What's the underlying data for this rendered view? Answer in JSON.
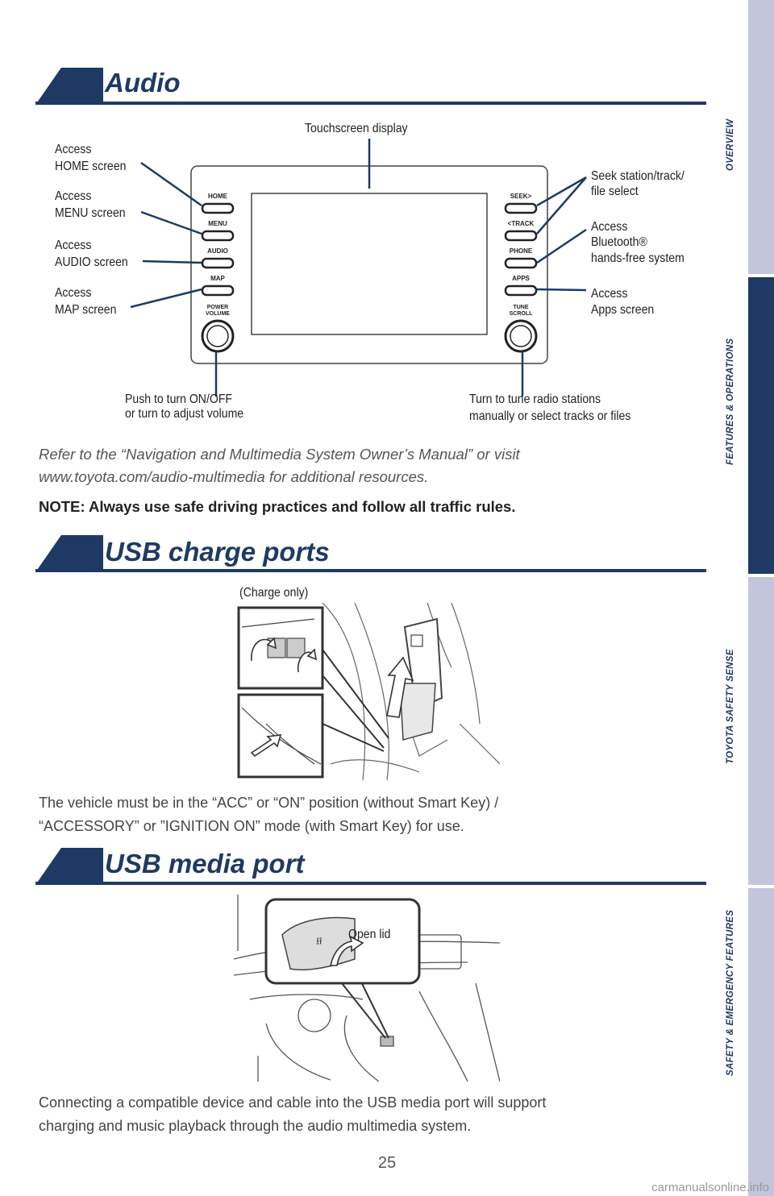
{
  "audio": {
    "title": "Audio",
    "labels": {
      "touchscreen": "Touchscreen display",
      "home_line1": "Access",
      "home_line2": "HOME screen",
      "menu_line1": "Access",
      "menu_line2": "MENU screen",
      "audio_line1": "Access",
      "audio_line2": "AUDIO screen",
      "map_line1": "Access",
      "map_line2": "MAP screen",
      "seek_line1": "Seek station/track/",
      "seek_line2": "file select",
      "bt_line1": "Access",
      "bt_line2": "Bluetooth®",
      "bt_line3": "hands-free system",
      "apps_line1": "Access",
      "apps_line2": "Apps screen",
      "power_line1": "Push to turn ON/OFF",
      "power_line2": "or turn to adjust volume",
      "tune_line1": "Turn to tune radio stations",
      "tune_line2": "manually or select tracks or files"
    },
    "buttons": {
      "home": "HOME",
      "menu": "MENU",
      "audio": "AUDIO",
      "map": "MAP",
      "power1": "POWER",
      "power2": "VOLUME",
      "seek": "SEEK>",
      "track": "<TRACK",
      "phone": "PHONE",
      "apps": "APPS",
      "tune1": "TUNE",
      "tune2": "SCROLL"
    },
    "refer_line1": "Refer to the “Navigation and Multimedia System Owner’s Manual” or visit",
    "refer_line2": "www.toyota.com/audio-multimedia for additional resources.",
    "note": "NOTE: Always use safe driving practices and follow all traffic rules."
  },
  "usb_charge": {
    "title": "USB charge ports",
    "charge_only": "(Charge only)",
    "text_line1": "The vehicle must be in the “ACC” or “ON” position (without Smart Key) /",
    "text_line2": "“ACCESSORY” or ”IGNITION ON” mode (with Smart Key) for use."
  },
  "usb_media": {
    "title": "USB media port",
    "open_lid": "Open lid",
    "text_line1": "Connecting a compatible device and cable into the USB media port will support",
    "text_line2": "charging and music playback through the audio multimedia system."
  },
  "sidebar": {
    "overview": "OVERVIEW",
    "features": "FEATURES & OPERATIONS",
    "safety_sense": "TOYOTA SAFETY SENSE",
    "emergency": "SAFETY & EMERGENCY FEATURES"
  },
  "page_number": "25",
  "watermark": "carmanualsonline.info",
  "colors": {
    "navy": "#1e3a64",
    "sidebar_light": "#c3c5dc"
  }
}
